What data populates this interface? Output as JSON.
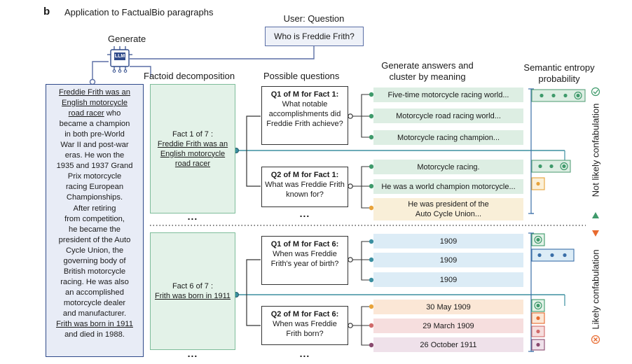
{
  "header": {
    "panel_letter": "b",
    "title": "Application to FactualBio paragraphs"
  },
  "user": {
    "label": "User: Question",
    "question": "Who is Freddie Frith?"
  },
  "llm": {
    "generate_label": "Generate",
    "chip_text": "LLM"
  },
  "columns": {
    "factoid": "Factoid decomposition",
    "questions": "Possible questions",
    "answers_line1": "Generate answers and",
    "answers_line2": "cluster by meaning",
    "entropy_line1": "Semantic entropy",
    "entropy_line2": "probability"
  },
  "paragraph": {
    "l1": "Freddie Frith was an",
    "l2": "English motorcycle",
    "l3a": "road racer",
    "l3b": " who",
    "l4": "became a champion",
    "l5": "in both pre-World",
    "l6": "War II and post-war",
    "l7": "eras. He won the",
    "l8": "1935 and 1937 Grand",
    "l9": "Prix motorcycle",
    "l10": "racing European",
    "l11": "Championships.",
    "l12": "After retiring",
    "l13": "from competition,",
    "l14": "he became the",
    "l15": "president of the Auto",
    "l16": "Cycle Union, the",
    "l17": "governing body of",
    "l18": "British motorcycle",
    "l19": "racing. He was also",
    "l20": "an accomplished",
    "l21": "motorcycle dealer",
    "l22": "and manufacturer.",
    "l23": "Frith was born in 1911",
    "l24": "and died in 1988."
  },
  "facts": {
    "f1_title": "Fact 1 of 7 :",
    "f1_text": "Freddie Frith was an English motorcycle road racer",
    "f6_title": "Fact 6 of 7 :",
    "f6_text": "Frith was born in 1911"
  },
  "questions": {
    "q1f1_head": "Q1 of M for Fact 1:",
    "q1f1_text": "What notable accomplishments did Freddie Frith achieve?",
    "q2f1_head": "Q2 of M for Fact 1:",
    "q2f1_text": "What was Freddie Frith known for?",
    "q1f6_head": "Q1 of M for Fact 6:",
    "q1f6_text": "When was Freddie Frith's year of birth?",
    "q2f6_head": "Q2 of M for Fact 6:",
    "q2f6_text": "When was Freddie Frith born?"
  },
  "answers": {
    "a1": "Five-time motorcycle racing world...",
    "a2": "Motorcycle road racing world...",
    "a3": "Motorcycle racing champion...",
    "a4": "Motorcycle racing.",
    "a5": "He was a world champion motorcycle...",
    "a6_l1": "He was president of the",
    "a6_l2": "Auto Cycle Union...",
    "a7": "1909",
    "a8": "1909",
    "a9": "1909",
    "a10": "30 May 1909",
    "a11": "29 March 1909",
    "a12": "26 October 1911"
  },
  "ellipsis": "...",
  "side": {
    "top": "Not likely confabulation",
    "bottom": "Likely confabulation"
  },
  "colors": {
    "green": "#3f9a6b",
    "teal": "#3b8fa0",
    "orange": "#e8a33a",
    "red_orange": "#e86a2f",
    "pink": "#d06a6a",
    "mauve": "#8a4a6f",
    "navy": "#2f4a8a"
  }
}
